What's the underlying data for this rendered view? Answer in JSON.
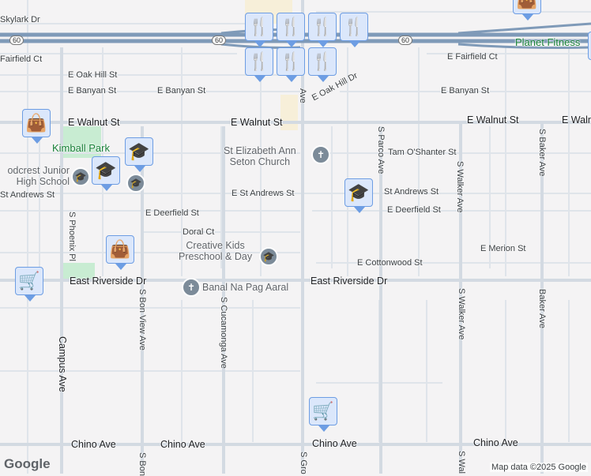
{
  "streets": {
    "skylark": "Skylark Dr",
    "fairfield_w": "Fairfield Ct",
    "fairfield_e": "E Fairfield Ct",
    "oak_hill_st": "E Oak Hill St",
    "oak_hill_dr": "E Oak Hill Dr",
    "banyan_w": "E Banyan St",
    "banyan_m": "E Banyan St",
    "banyan_e": "E Banyan St",
    "walnut_w": "E Walnut St",
    "walnut_m": "E Walnut St",
    "walnut_e1": "E Walnut St",
    "walnut_e2": "E Walnut St",
    "tam": "Tam O'Shanter St",
    "st_andrews_w": "St Andrews St",
    "st_andrews_m": "E St Andrews St",
    "st_andrews_e": "St Andrews St",
    "deerfield_w": "E Deerfield St",
    "deerfield_e": "E Deerfield St",
    "doral": "Doral Ct",
    "cottonwood": "E Cottonwood St",
    "merion": "E Merion St",
    "riverside_w": "East Riverside Dr",
    "riverside_e": "East Riverside Dr",
    "chino1": "Chino Ave",
    "chino2": "Chino Ave",
    "chino3": "Chino Ave",
    "chino4": "Chino Ave",
    "campus": "Campus Ave",
    "phoenix": "S Phoenix Pl",
    "bonview": "S Bon View Ave",
    "bonview_s": "S Bon",
    "cucamonga": "S Cucamonga Ave",
    "grove_n": "Ave",
    "grove_s": "S Gro",
    "parco": "S Parco Ave",
    "walker": "S Walker Ave",
    "walker2": "S Walker Ave",
    "walker_s": "S Wal",
    "baker": "S Baker Ave",
    "baker2": "Baker Ave"
  },
  "highway": {
    "shield": "60"
  },
  "places": {
    "kimball": "Kimball Park",
    "woodcrest": "odcrest Junior\nHigh School",
    "st_elizabeth": "St Elizabeth Ann\nSeton Church",
    "creative_kids": "Creative Kids\nPreschool & Day",
    "banal": "Banal Na Pag Aaral",
    "planet_fitness": "Planet Fitness"
  },
  "markers": {
    "restaurant": "restaurant-icon",
    "shopping": "shopping-bag-icon",
    "school": "graduation-cap-icon",
    "grocery": "shopping-cart-icon"
  },
  "footer": {
    "attribution": "Map data ©2025 Google",
    "logo": "Google"
  },
  "colors": {
    "background": "#f4f3f4",
    "road": "#d5dde5",
    "highway": "#7f9ab8",
    "marker_fill": "#dbe7fb",
    "marker_icon": "#0f3d5f",
    "park": "#c8ecd2"
  }
}
